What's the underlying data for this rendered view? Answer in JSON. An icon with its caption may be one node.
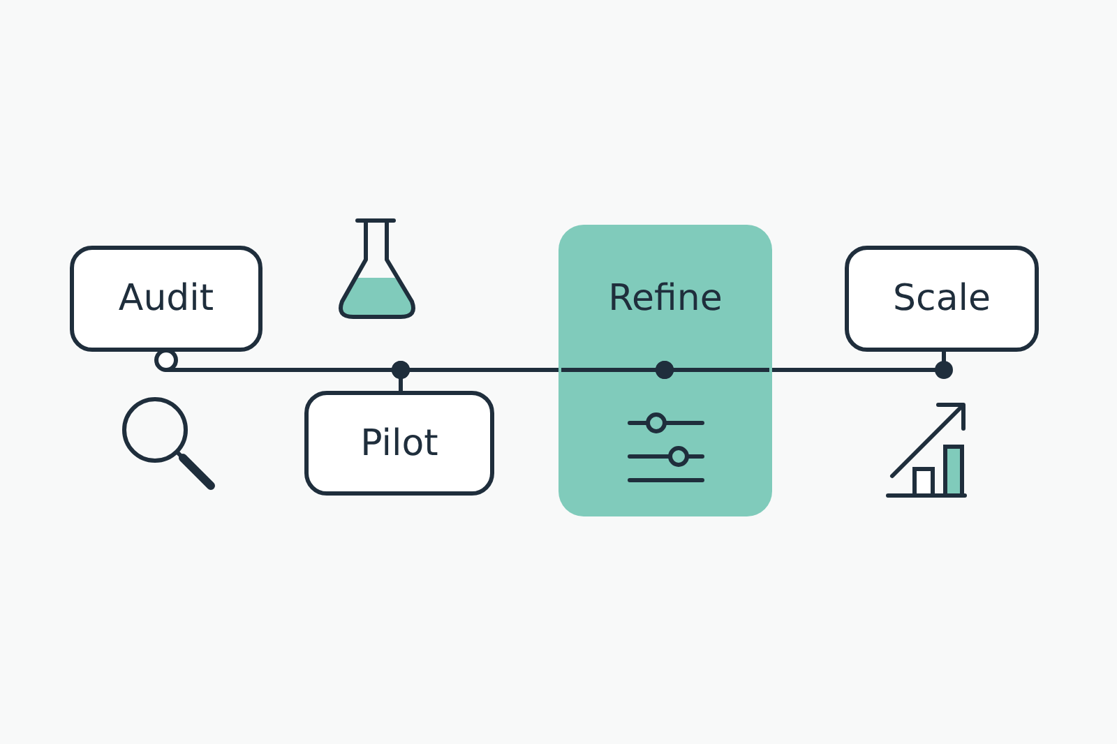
{
  "diagram": {
    "nodes": [
      {
        "text": [
          "Audit"
        ]
      },
      {
        "text": [
          "Pilot"
        ]
      },
      {
        "text": [
          "Refine"
        ]
      },
      {
        "text": [
          "Scale"
        ]
      }
    ],
    "edges": [
      {
        "from": 0,
        "to": 1,
        "arrow": "other"
      },
      {
        "from": 1,
        "to": 2,
        "arrow": "other"
      },
      {
        "from": 2,
        "to": 3,
        "arrow": "other"
      }
    ]
  }
}
